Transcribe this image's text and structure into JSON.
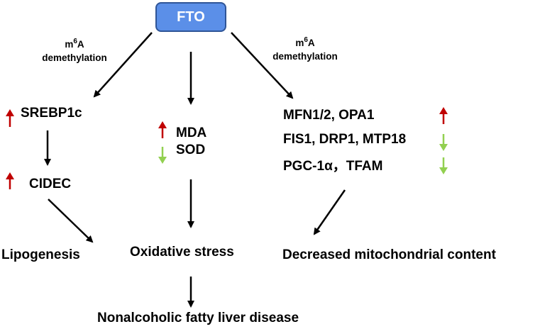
{
  "top_node": "FTO",
  "left_edge": {
    "m_prefix": "m",
    "sup": "6",
    "suffix": "A",
    "line2": "demethylation"
  },
  "right_edge": {
    "m_prefix": "m",
    "sup": "6",
    "suffix": "A",
    "line2": "demethylation"
  },
  "left_branch": {
    "srebp": "SREBP1c",
    "cidec": "CIDEC",
    "outcome": "Lipogenesis"
  },
  "middle_branch": {
    "mda": "MDA",
    "sod": "SOD",
    "outcome": "Oxidative stress"
  },
  "right_branch": {
    "line1": "MFN1/2, OPA1",
    "line2": "FIS1, DRP1, MTP18",
    "line3": "PGC-1α，TFAM",
    "outcome": "Decreased mitochondrial content"
  },
  "final_outcome": "Nonalcoholic fatty liver disease",
  "colors": {
    "up_arrow": "#c00000",
    "down_arrow": "#92d050",
    "box_fill": "#5b8fe8",
    "box_border": "#2f5597"
  }
}
